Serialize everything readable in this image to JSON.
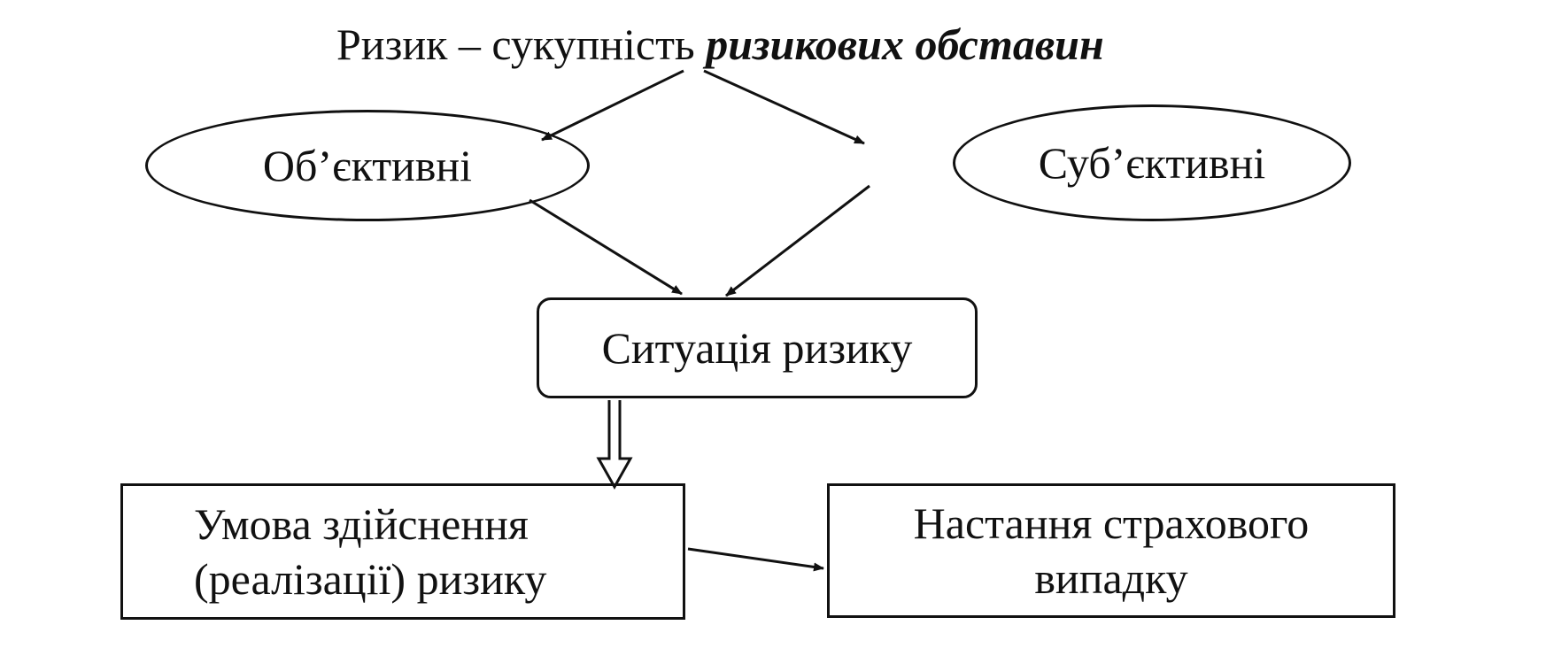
{
  "diagram": {
    "title": {
      "prefix": "Ризик – сукупність ",
      "emphasis": "ризикових обставин"
    },
    "nodes": {
      "objective": "Об’єктивні",
      "subjective": "Суб’єктивні",
      "situation": "Ситуація ризику",
      "condition": "Умова здійснення (реалізації) ризику",
      "insured_event": "Настання страхового випадку"
    },
    "colors": {
      "ink": "#111111",
      "background": "#ffffff"
    }
  }
}
